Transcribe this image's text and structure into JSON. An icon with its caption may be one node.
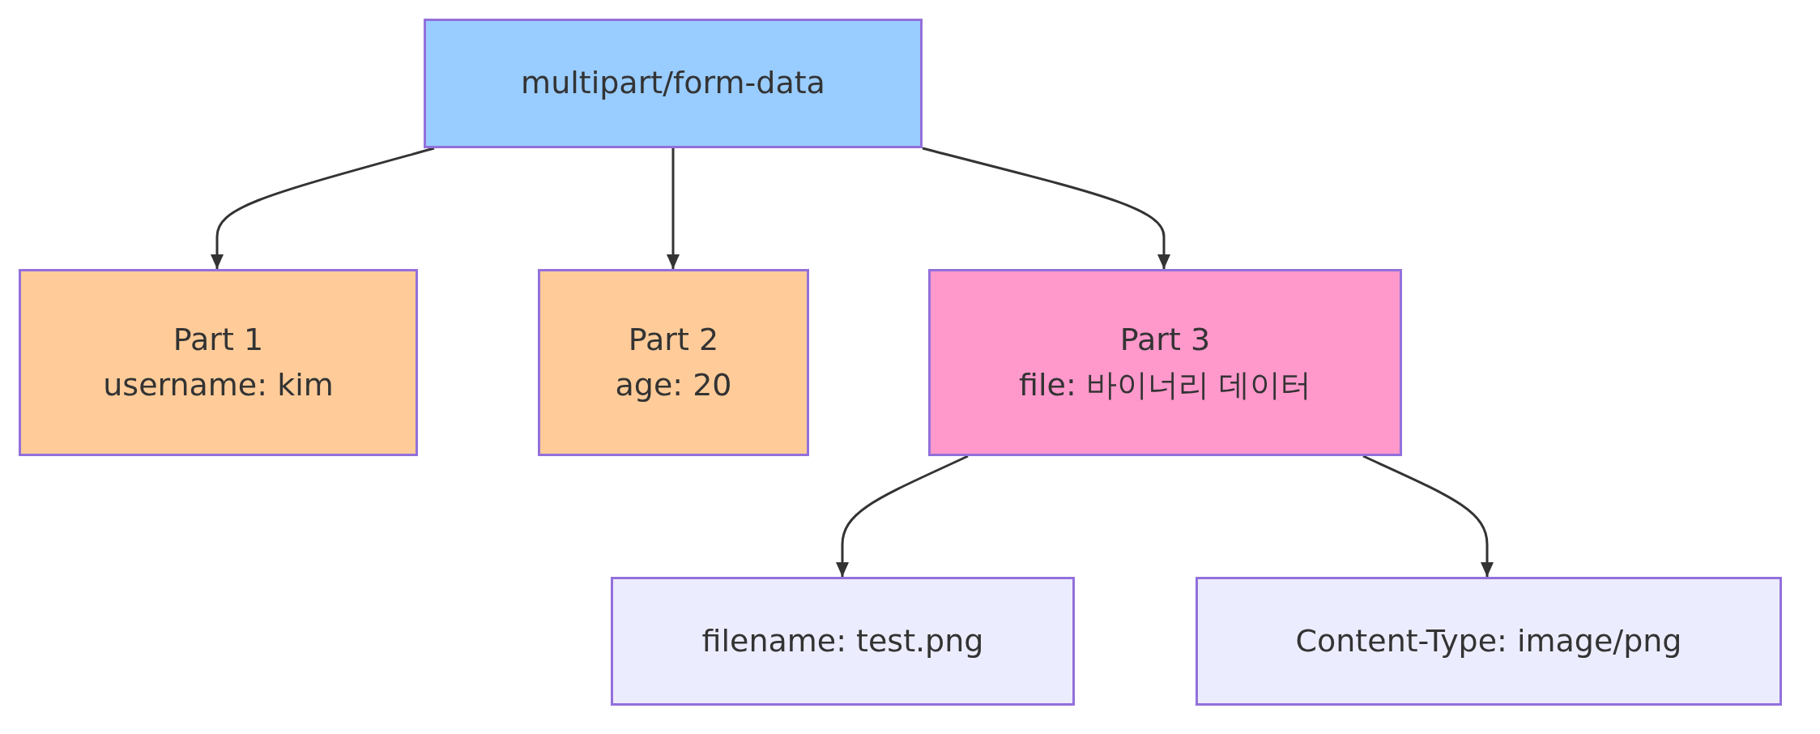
{
  "diagram": {
    "nodes": [
      {
        "text": [
          "multipart/form-data"
        ]
      },
      {
        "text": [
          "Part 1",
          "username: kim"
        ]
      },
      {
        "text": [
          "Part 2",
          "age: 20"
        ]
      },
      {
        "text": [
          "Part 3",
          "file: 바이너리 데이터"
        ]
      },
      {
        "text": [
          "filename: test.png"
        ]
      },
      {
        "text": [
          "Content-Type: image/png"
        ]
      }
    ],
    "edges": [
      {
        "from": 0,
        "to": 1,
        "arrow": "to"
      },
      {
        "from": 0,
        "to": 2,
        "arrow": "to"
      },
      {
        "from": 0,
        "to": 3,
        "arrow": "to"
      },
      {
        "from": 3,
        "to": 4,
        "arrow": "to"
      },
      {
        "from": 3,
        "to": 5,
        "arrow": "to"
      }
    ]
  }
}
